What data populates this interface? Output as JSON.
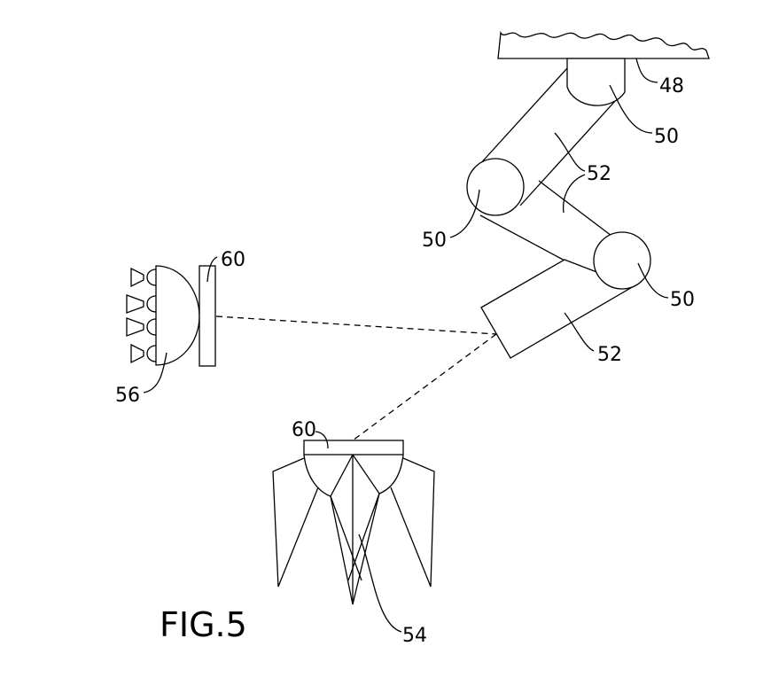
{
  "figure": {
    "caption": "FIG.5",
    "labels": {
      "ceiling": "48",
      "joint_top": "50",
      "arm_upper": "52",
      "joint_left": "50",
      "joint_right": "50",
      "arm_lower": "52",
      "light_left": "56",
      "lens_left": "60",
      "lens_bottom": "60",
      "light_bottom": "54"
    }
  },
  "colors": {
    "line": "#000000",
    "background": "#ffffff"
  }
}
